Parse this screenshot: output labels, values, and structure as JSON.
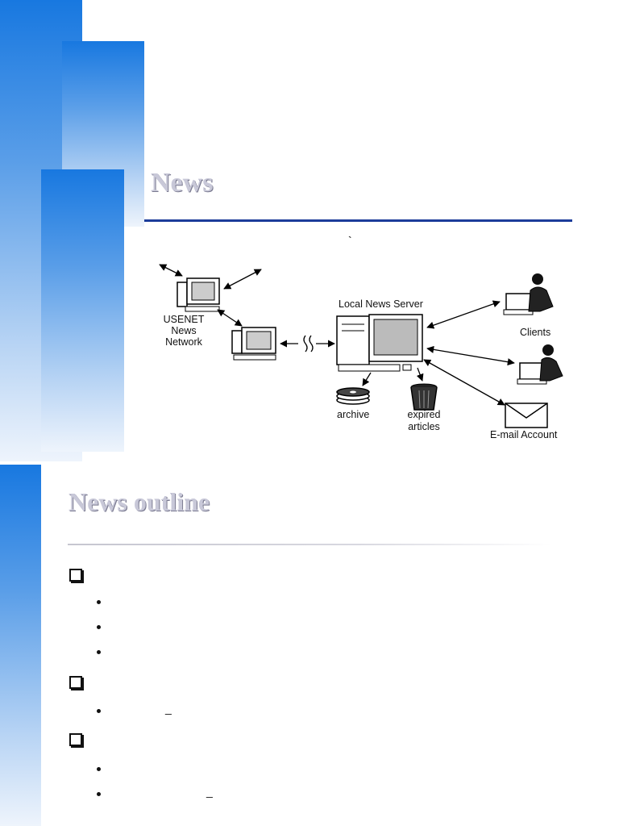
{
  "slide1": {
    "title": "News",
    "stray_mark": "`",
    "diagram": {
      "usenet_label": [
        "USENET",
        "News",
        "Network"
      ],
      "server_label": "Local News Server",
      "clients_label": "Clients",
      "archive_label": "archive",
      "expired_label": [
        "expired",
        "articles"
      ],
      "email_label": "E-mail Account"
    }
  },
  "slide2": {
    "title": "News outline",
    "underscores": [
      "_",
      "_"
    ]
  },
  "colors": {
    "accent_blue": "#1878e0",
    "rule_navy": "#1c3c9a",
    "title_gray": "#c8c8d8"
  }
}
